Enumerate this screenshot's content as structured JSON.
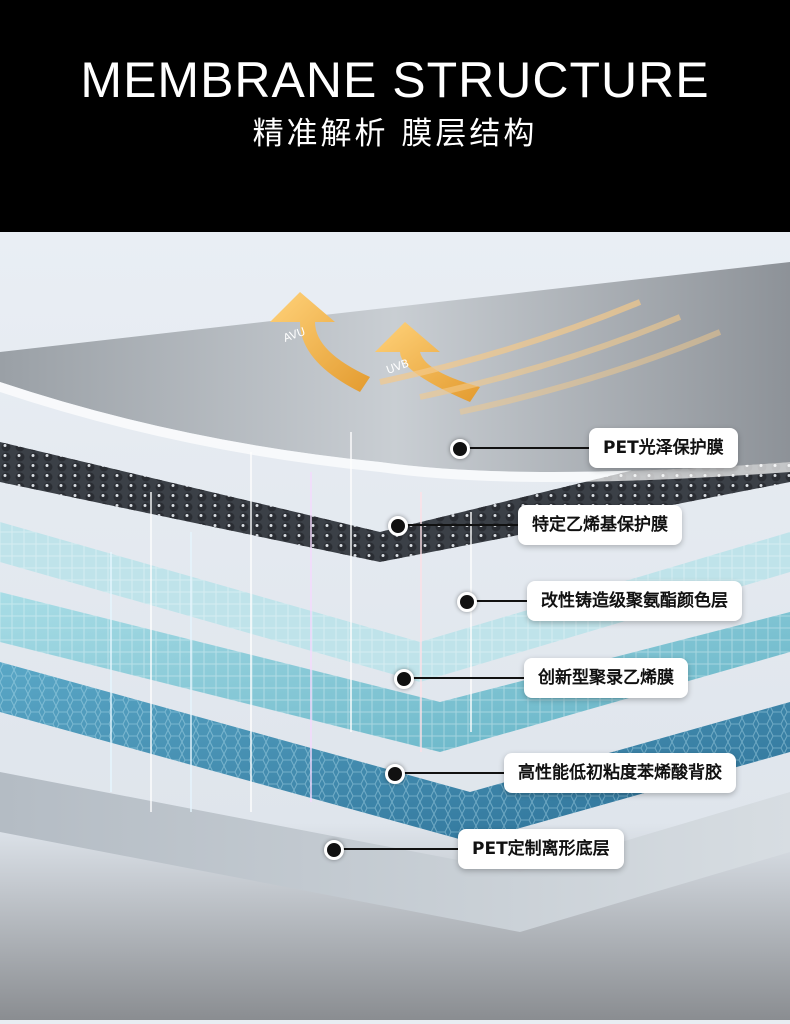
{
  "header": {
    "title": "MEMBRANE STRUCTURE",
    "subtitle": "精准解析 膜层结构"
  },
  "arrows": {
    "avu_label": "AVU",
    "uvb_label": "UVB"
  },
  "layers": [
    {
      "label": "PET光泽保护膜"
    },
    {
      "label": "特定乙烯基保护膜"
    },
    {
      "label": "改性铸造级聚氨酯颜色层"
    },
    {
      "label": "创新型聚录乙烯膜"
    },
    {
      "label": "高性能低初粘度苯烯酸背胶"
    },
    {
      "label": "PET定制离形底层"
    }
  ],
  "colors": {
    "header_bg": "#000000",
    "arrow_gold": "#f0b24a",
    "layer_teal": "#4fa9bf",
    "layer_blue": "#2f7ea6"
  }
}
